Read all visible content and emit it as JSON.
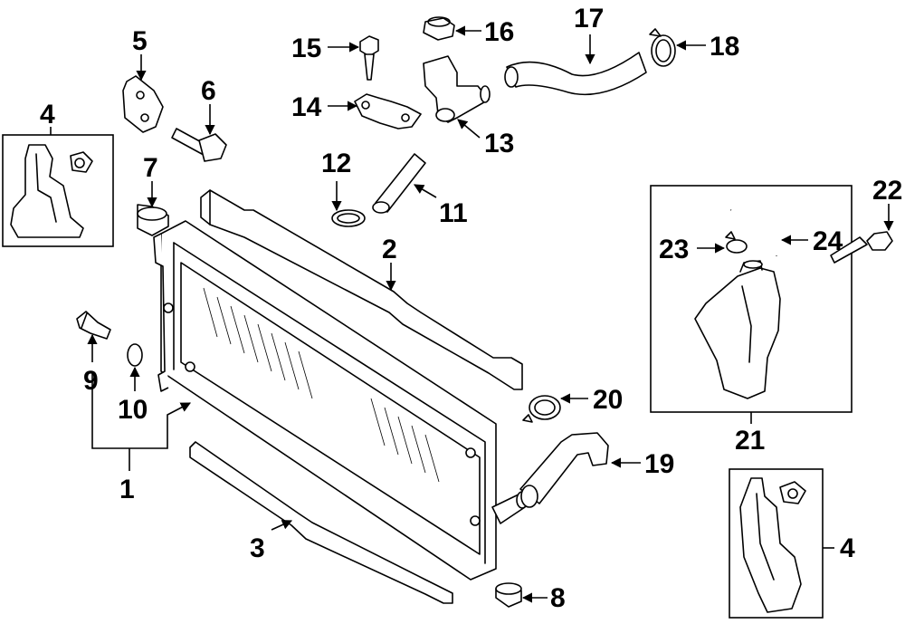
{
  "diagram": {
    "callouts": {
      "c1": "1",
      "c2": "2",
      "c3": "3",
      "c4a": "4",
      "c4b": "4",
      "c5": "5",
      "c6": "6",
      "c7": "7",
      "c8": "8",
      "c9": "9",
      "c10": "10",
      "c11": "11",
      "c12": "12",
      "c13": "13",
      "c14": "14",
      "c15": "15",
      "c16": "16",
      "c17": "17",
      "c18": "18",
      "c19": "19",
      "c20": "20",
      "c21": "21",
      "c22": "22",
      "c23": "23",
      "c24": "24"
    }
  }
}
